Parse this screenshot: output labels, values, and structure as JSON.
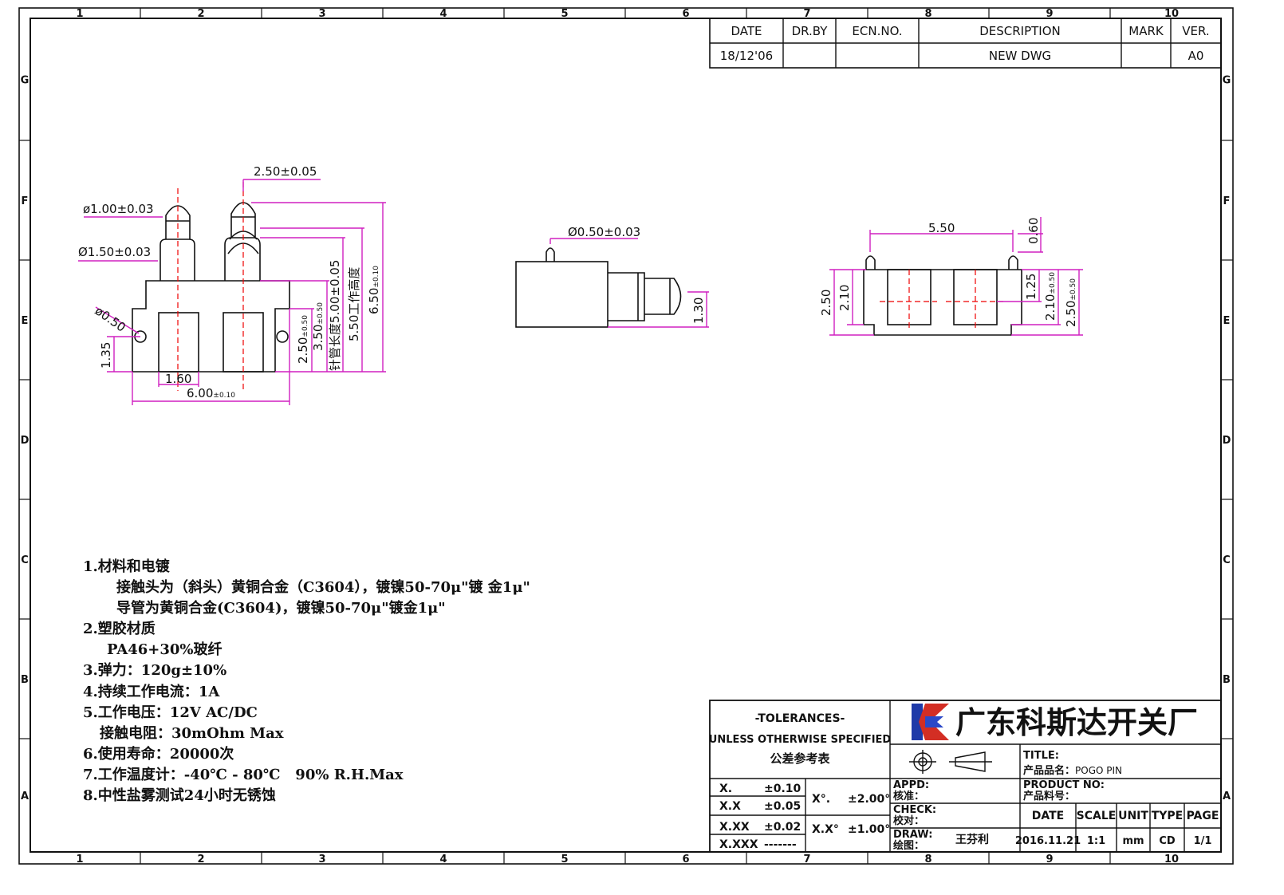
{
  "border": {
    "columns": [
      "1",
      "2",
      "3",
      "4",
      "5",
      "6",
      "7",
      "8",
      "9",
      "10"
    ],
    "rows": [
      "G",
      "F",
      "E",
      "D",
      "C",
      "B",
      "A"
    ]
  },
  "revision_table": {
    "headers": [
      "DATE",
      "DR.BY",
      "ECN.NO.",
      "DESCRIPTION",
      "MARK",
      "VER."
    ],
    "row": [
      "18/12'06",
      "",
      "",
      "NEW  DWG",
      "",
      "A0"
    ]
  },
  "front_view": {
    "dim_tip_dia": "ø1.00±0.03",
    "dim_tube_dia": "Ø1.50±0.03",
    "dim_pitch": "2.50±0.05",
    "dim_hole": "ø0.50",
    "dim_135": "1.35",
    "dim_160": "1.60",
    "dim_width_main": "6.00",
    "dim_width_tol": "±0.10",
    "dim_250_main": "2.50",
    "dim_250_tol": "±0.50",
    "dim_350_main": "3.50",
    "dim_350_tol": "±0.50",
    "dim_tube_len": "针管长度5.00±0.05",
    "dim_work_h": "5.50工作高度",
    "dim_650_main": "6.50",
    "dim_650_tol": "±0.10"
  },
  "side_view": {
    "dim_peg_dia": "Ø0.50±0.03",
    "dim_130": "1.30"
  },
  "bottom_view": {
    "dim_550": "5.50",
    "dim_060": "0.60",
    "dim_250": "2.50",
    "dim_210": "2.10",
    "dim_125": "1.25",
    "dim_210b_main": "2.10",
    "dim_210b_tol": "±0.50",
    "dim_250b_main": "2.50",
    "dim_250b_tol": "±0.50"
  },
  "notes": [
    "1.材料和电镀",
    "接触头为（斜头）黄铜合金（C3604），镀镍50-70μ\"镀 金1μ\"",
    "导管为黄铜合金(C3604)，镀镍50-70μ\"镀金1μ\"",
    "2.塑胶材质",
    "PA46+30%玻纤",
    "3.弹力：120g±10%",
    "4.持续工作电流：1A",
    "5.工作电压：12V AC/DC",
    "接触电阻：30mOhm Max",
    "6.使用寿命：20000次",
    "7.工作温度计：-40℃ - 80℃   90% R.H.Max",
    "8.中性盐雾测试24小时无锈蚀"
  ],
  "title_block": {
    "tol_title": "-TOLERANCES-",
    "tol_sub": "UNLESS OTHERWISE SPECIFIED",
    "tol_cn": "公差参考表",
    "tol_rows": [
      {
        "k": "X.",
        "v": "±0.10"
      },
      {
        "k": "X.X",
        "v": "±0.05"
      },
      {
        "k": "X.XX",
        "v": "±0.02"
      },
      {
        "k": "X.XXX",
        "v": "-------"
      }
    ],
    "ang_rows": [
      {
        "k": "X°.",
        "v": "±2.00°"
      },
      {
        "k": "X.X°",
        "v": "±1.00°"
      }
    ],
    "company": "广东科斯达开关厂",
    "title_label": "TITLE:",
    "name_label": "产品品名：",
    "name_value": "POGO  PIN",
    "pn_label": "PRODUCT NO:",
    "pn_label_cn": "产品料号：",
    "appd": "APPD:",
    "appd_cn": "核准：",
    "check": "CHECK:",
    "check_cn": "校对：",
    "draw": "DRAW:",
    "draw_cn": "绘图：",
    "drawer": "王芬利",
    "info_headers": [
      "DATE",
      "SCALE",
      "UNIT",
      "TYPE",
      "PAGE"
    ],
    "info_values": [
      "2016.11.21",
      "1:1",
      "mm",
      "CD",
      "1/1"
    ]
  }
}
